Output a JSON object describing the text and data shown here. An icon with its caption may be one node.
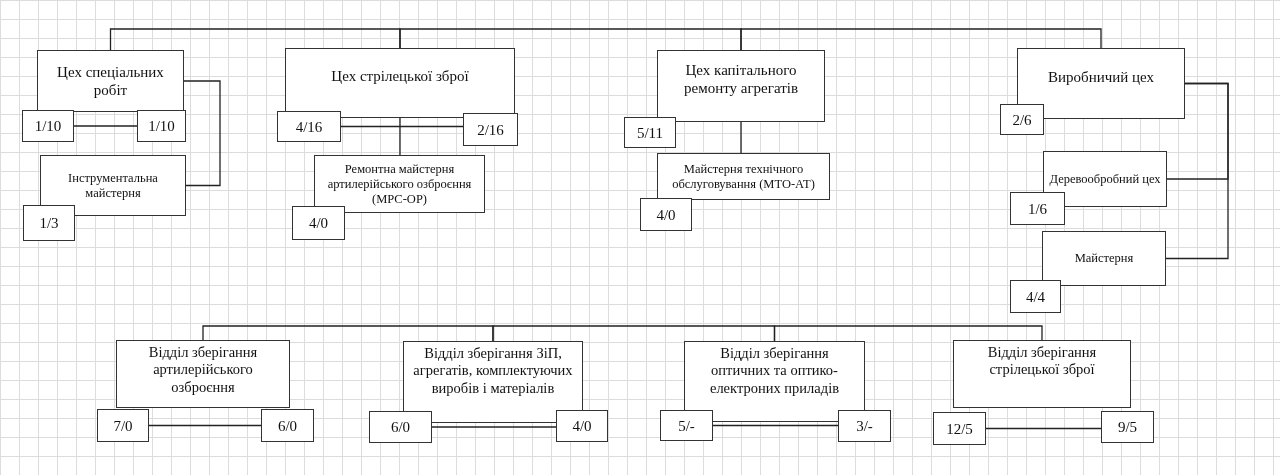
{
  "diagram": {
    "nodes": [
      {
        "text": [
          "Цех спеціальних робіт"
        ]
      },
      {
        "text": [
          "1/10"
        ]
      },
      {
        "text": [
          "1/10"
        ]
      },
      {
        "text": [
          "Інструментальна майстерня"
        ]
      },
      {
        "text": [
          "1/3"
        ]
      },
      {
        "text": [
          "Цех стрілецької зброї"
        ]
      },
      {
        "text": [
          "4/16"
        ]
      },
      {
        "text": [
          "2/16"
        ]
      },
      {
        "text": [
          "Ремонтна майстерня артилерійського озброєння (МРС-ОР)"
        ]
      },
      {
        "text": [
          "4/0"
        ]
      },
      {
        "text": [
          "Цех капітального ремонту агрегатів"
        ]
      },
      {
        "text": [
          "5/11"
        ]
      },
      {
        "text": [
          "Майстерня технічного обслуговування (МТО-АТ)"
        ]
      },
      {
        "text": [
          "4/0"
        ]
      },
      {
        "text": [
          "Виробничий цех"
        ]
      },
      {
        "text": [
          "2/6"
        ]
      },
      {
        "text": [
          "Деревообробний цех"
        ]
      },
      {
        "text": [
          "1/6"
        ]
      },
      {
        "text": [
          "Майстерня"
        ]
      },
      {
        "text": [
          "4/4"
        ]
      },
      {
        "text": [
          "Відділ зберігання артилерійського озброєння"
        ]
      },
      {
        "text": [
          "7/0"
        ]
      },
      {
        "text": [
          "6/0"
        ]
      },
      {
        "text": [
          "Відділ зберігання ЗіП, агрегатів, комплектуючих виробів і матеріалів"
        ]
      },
      {
        "text": [
          "6/0"
        ]
      },
      {
        "text": [
          "4/0"
        ]
      },
      {
        "text": [
          "Відділ зберігання оптичних та оптико-електроних приладів"
        ]
      },
      {
        "text": [
          "5/-"
        ]
      },
      {
        "text": [
          "3/-"
        ]
      },
      {
        "text": [
          "Відділ зберігання стрілецької зброї"
        ]
      },
      {
        "text": [
          "12/5"
        ]
      },
      {
        "text": [
          "9/5"
        ]
      }
    ],
    "edges": [
      {
        "from": 0,
        "to": 5,
        "arrow": "none"
      },
      {
        "from": 5,
        "to": 10,
        "arrow": "none"
      },
      {
        "from": 10,
        "to": 14,
        "arrow": "none"
      },
      {
        "from": 1,
        "to": 2,
        "arrow": "none"
      },
      {
        "from": 0,
        "to": 3,
        "arrow": "none"
      },
      {
        "from": 6,
        "to": 7,
        "arrow": "none"
      },
      {
        "from": 5,
        "to": 8,
        "arrow": "none"
      },
      {
        "from": 10,
        "to": 12,
        "arrow": "none"
      },
      {
        "from": 14,
        "to": 16,
        "arrow": "none"
      },
      {
        "from": 14,
        "to": 18,
        "arrow": "none"
      },
      {
        "from": 20,
        "to": 23,
        "arrow": "none"
      },
      {
        "from": 23,
        "to": 26,
        "arrow": "none"
      },
      {
        "from": 26,
        "to": 29,
        "arrow": "none"
      },
      {
        "from": 21,
        "to": 22,
        "arrow": "none"
      },
      {
        "from": 24,
        "to": 25,
        "arrow": "none"
      },
      {
        "from": 27,
        "to": 28,
        "arrow": "none"
      },
      {
        "from": 30,
        "to": 31,
        "arrow": "none"
      }
    ]
  }
}
